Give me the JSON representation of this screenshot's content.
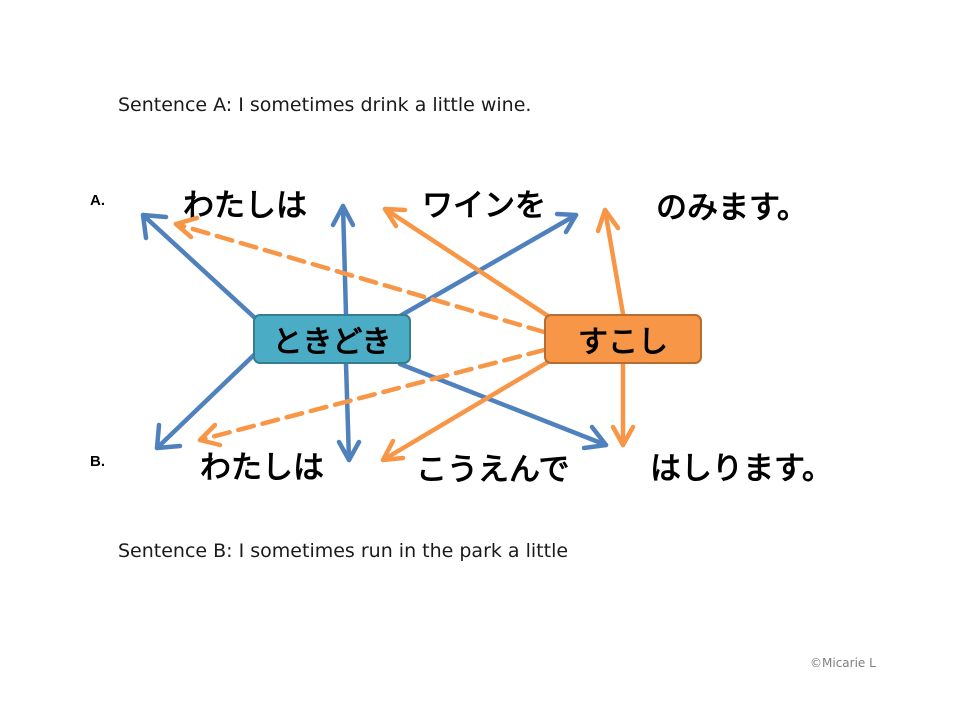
{
  "sentence_a": "Sentence A: I sometimes drink a little wine.",
  "sentence_b": "Sentence B: I sometimes run in the park a little",
  "row_a_label": "A.",
  "row_b_label": "B.",
  "row_a_words": [
    "わたしは",
    "ワインを",
    "のみます。"
  ],
  "row_b_words": [
    "わたしは",
    "こうえんで",
    "はしります。"
  ],
  "adverbs": {
    "tokidoki": "ときどき",
    "sukoshi": "すこし"
  },
  "colors": {
    "tokidoki": "#4f81bd",
    "sukoshi": "#f79646"
  },
  "copyright": "©Micarie L"
}
